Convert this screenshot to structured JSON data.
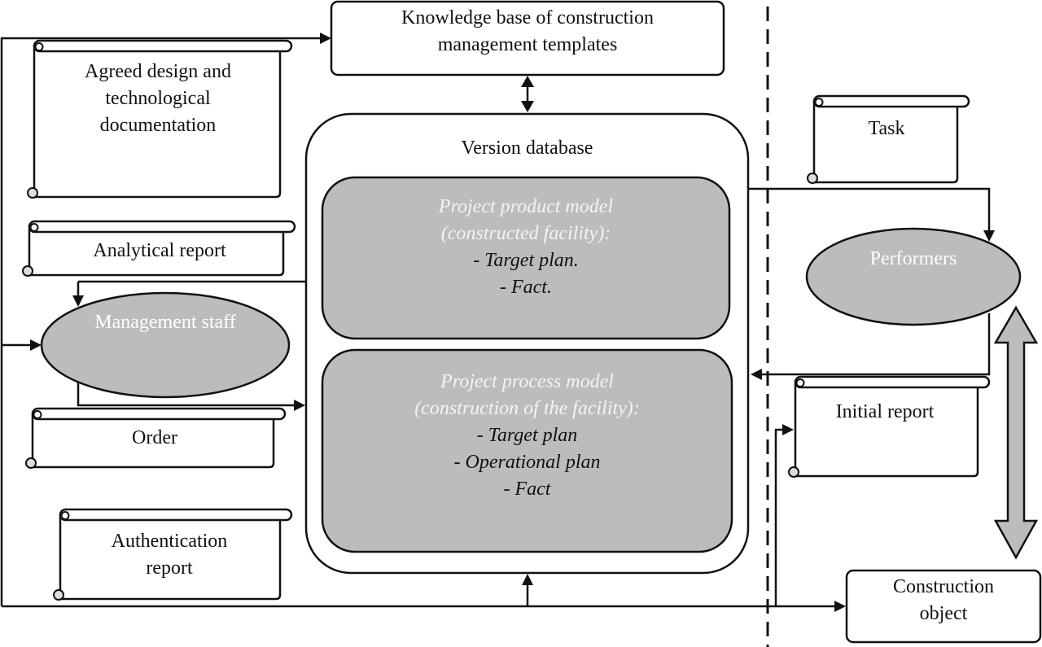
{
  "colors": {
    "stroke": "#111111",
    "fill_grey": "#bcbcbc",
    "fill_white": "#ffffff",
    "text_on_grey": "#f4f4f4"
  },
  "nodes": {
    "knowledge_base": {
      "line1": "Knowledge base of construction",
      "line2": "management templates"
    },
    "version_db": {
      "title": "Version database"
    },
    "product_model": {
      "heading1": "Project product model",
      "heading2": "(constructed facility):",
      "items": [
        "- Target plan.",
        "- Fact."
      ]
    },
    "process_model": {
      "heading1": "Project process model",
      "heading2": "(construction of the facility):",
      "items": [
        "- Target plan",
        "- Operational plan",
        "- Fact"
      ]
    },
    "agreed_docs": {
      "line1": "Agreed design and",
      "line2": "technological",
      "line3": "documentation"
    },
    "analytical_report": {
      "label": "Analytical report"
    },
    "management_staff": {
      "label": "Management staff"
    },
    "order": {
      "label": "Order"
    },
    "authentication_report": {
      "line1": "Authentication",
      "line2": "report"
    },
    "task": {
      "label": "Task"
    },
    "performers": {
      "label": "Performers"
    },
    "initial_report": {
      "label": "Initial report"
    },
    "construction_object": {
      "line1": "Construction",
      "line2": "object"
    }
  }
}
